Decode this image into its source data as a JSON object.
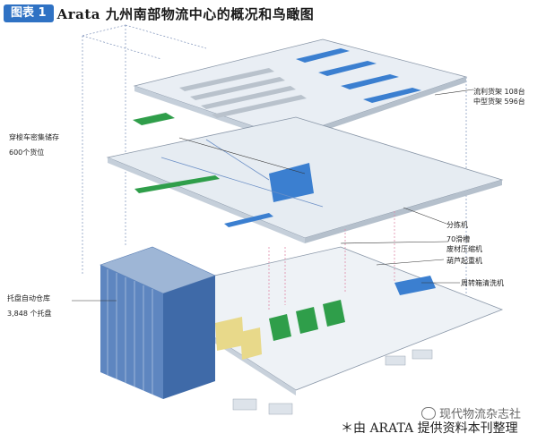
{
  "header": {
    "tag": "图表 1",
    "title": "Arata 九州南部物流中心的概况和鸟瞰图"
  },
  "labels": {
    "shelf_1": "流利货架  108台",
    "shelf_2": "中型货架  596台",
    "shuttle_title": "穿梭车密集储存",
    "shuttle_qty": "600个货位",
    "sorter": "分拣机",
    "chute": "70滑槽",
    "compactor": "废材压缩机",
    "hoist": "葫芦起重机",
    "box_washer": "周转箱清洗机",
    "pallet_title": "托盘自动仓库",
    "pallet_qty": "3,848 个托盘"
  },
  "footer": {
    "credit": "＊由 ARATA 提供资料本刊整理",
    "watermark": "现代物流杂志社"
  },
  "colors": {
    "accent": "#2f72c4",
    "rack_blue": "#3b7fd0",
    "floor": "#e8eef3",
    "green": "#2f9e4a"
  }
}
